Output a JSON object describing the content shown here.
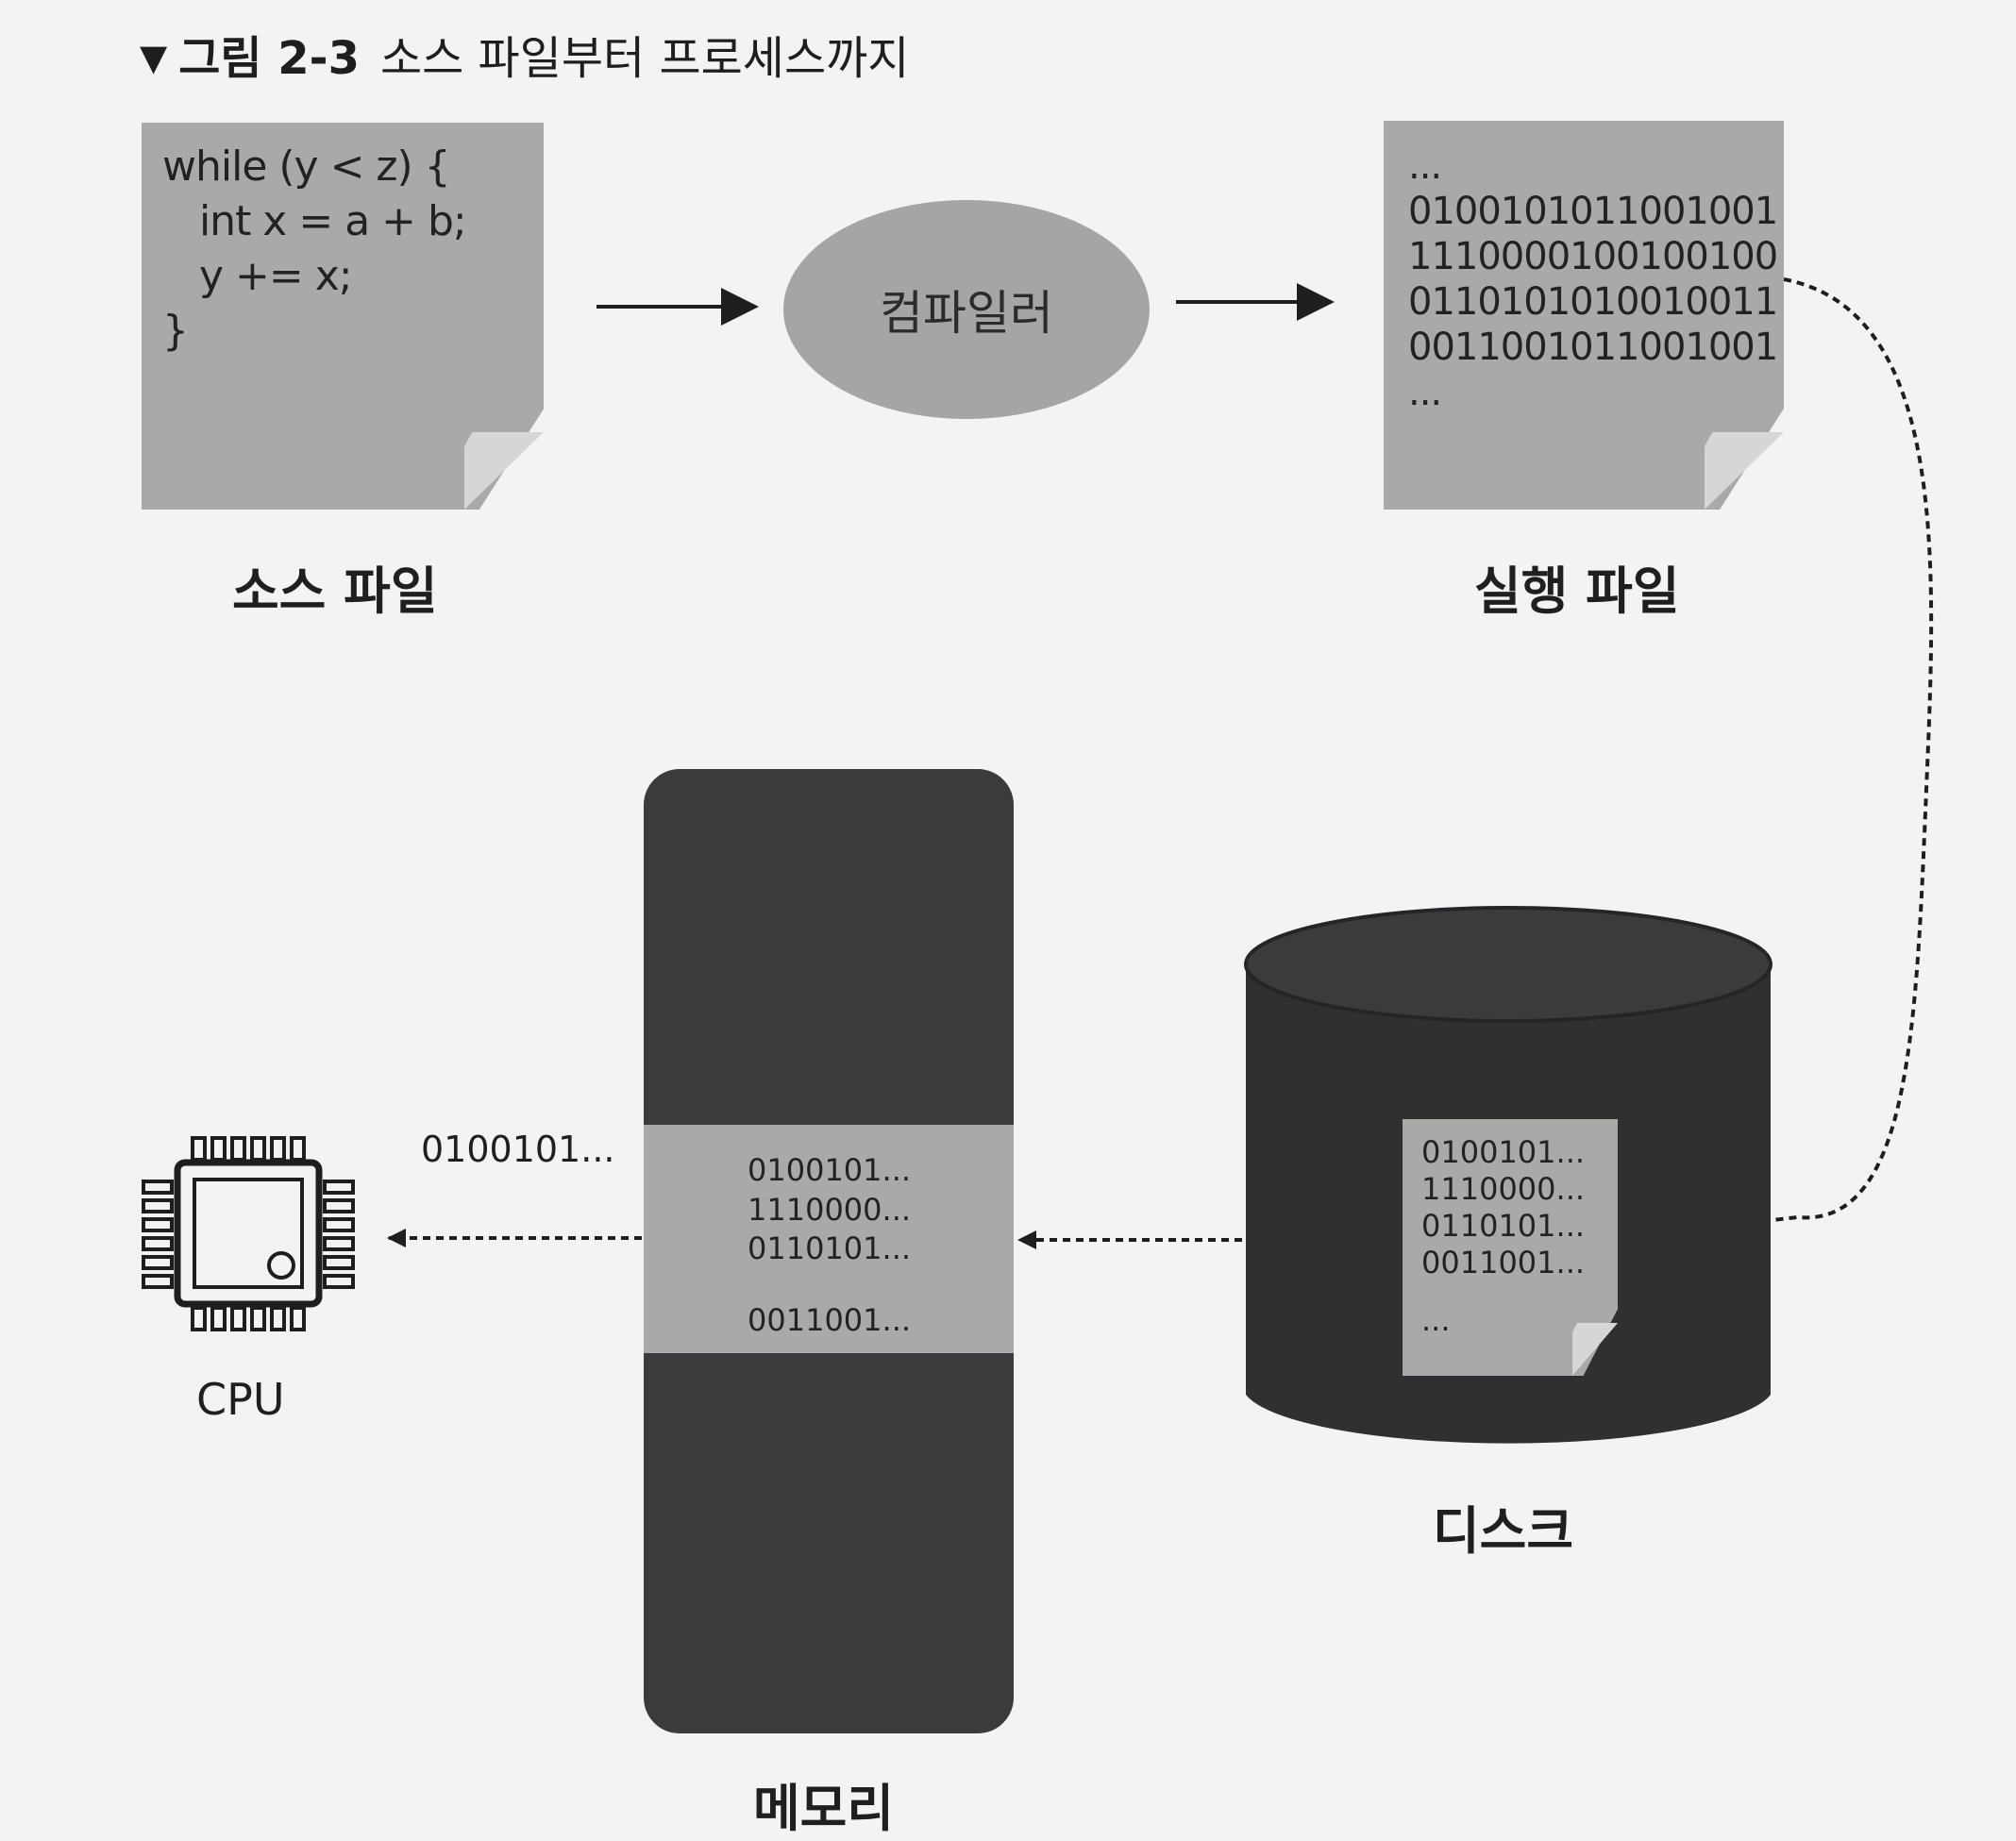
{
  "caption": {
    "marker": "▼",
    "label": "그림 2-3",
    "title": "소스 파일부터 프로세스까지"
  },
  "source_file": {
    "code": [
      "while (y < z) {",
      "   int x = a + b;",
      "   y += x;",
      "}"
    ],
    "label": "소스 파일"
  },
  "compiler": {
    "label": "컴파일러"
  },
  "executable": {
    "lines": [
      "...",
      "0100101011001001",
      "1110000100100100",
      "0110101010010011",
      "0011001011001001",
      "..."
    ],
    "label": "실행 파일"
  },
  "disk": {
    "file_lines": [
      "0100101...",
      "1110000...",
      "0110101...",
      "0011001..."
    ],
    "file_ellipsis": "...",
    "label": "디스크"
  },
  "memory": {
    "lines": [
      "0100101...",
      "1110000...",
      "0110101..."
    ],
    "last_line": "0011001...",
    "label": "메모리"
  },
  "cpu": {
    "label": "CPU",
    "incoming": "0100101..."
  },
  "colors": {
    "paper": "#a9aaa8",
    "dark_block": "#3a3b3c",
    "background": "#f3f3f1",
    "ink": "#1f1f1f"
  }
}
